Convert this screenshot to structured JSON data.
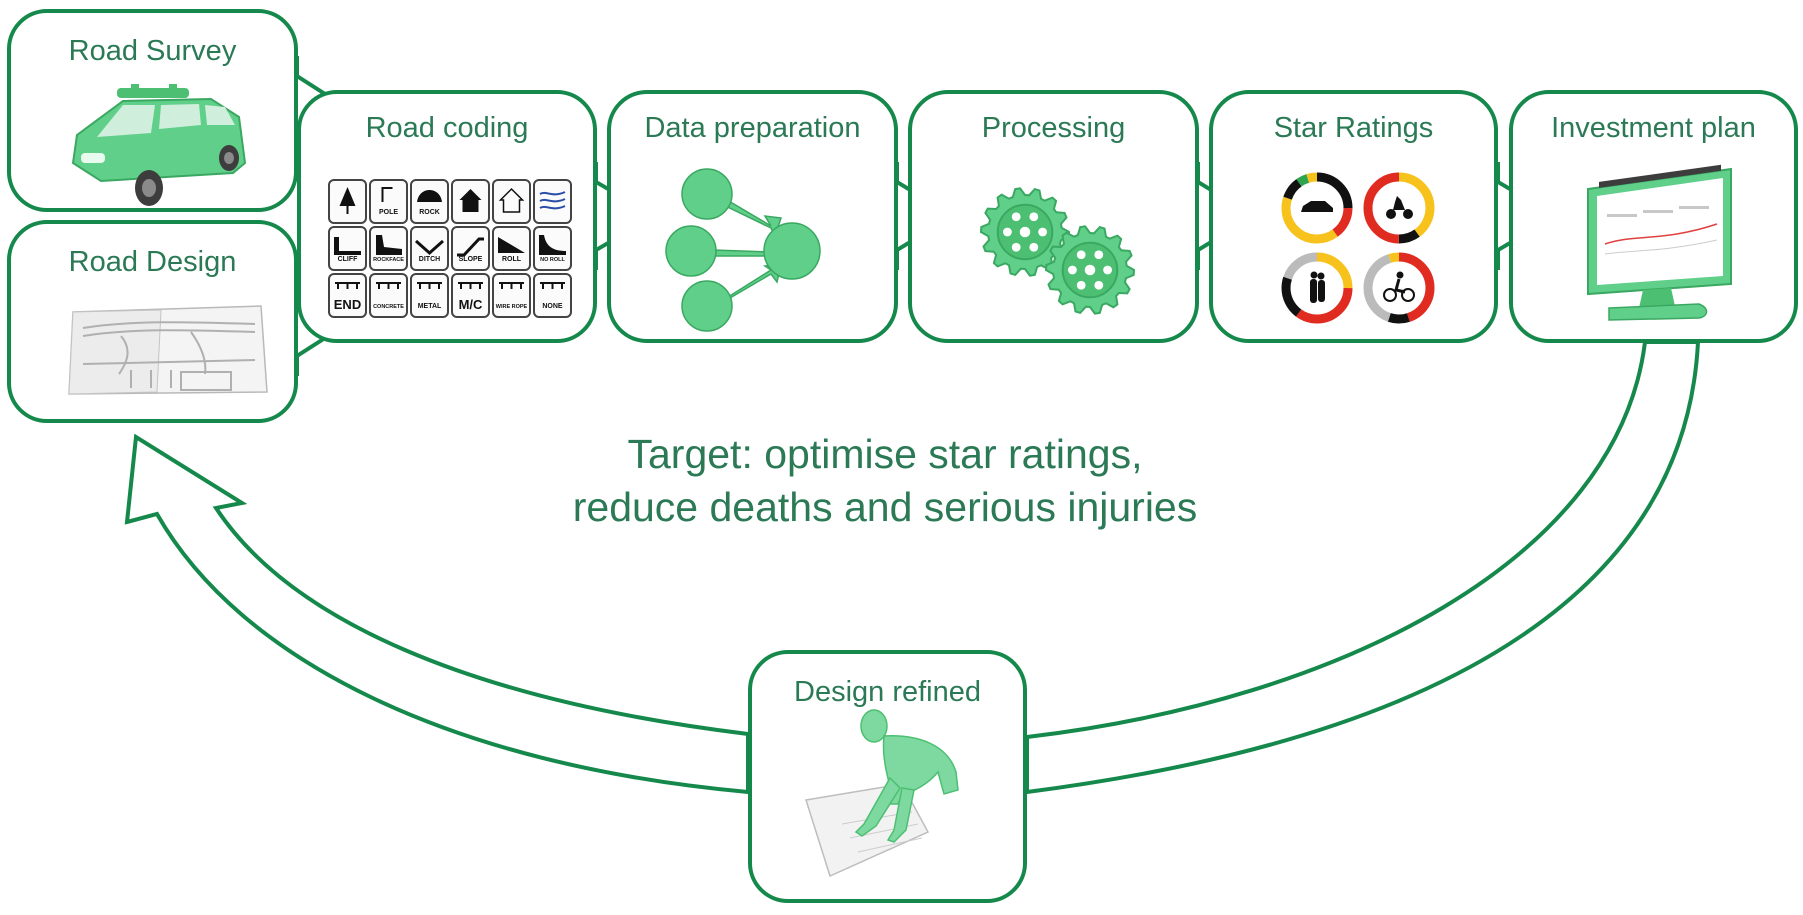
{
  "steps": {
    "road_survey": "Road Survey",
    "road_design": "Road Design",
    "road_coding": "Road coding",
    "data_preparation": "Data preparation",
    "processing": "Processing",
    "star_ratings": "Star Ratings",
    "investment_plan": "Investment plan",
    "design_refined": "Design refined"
  },
  "target": {
    "line1": "Target: optimise star ratings,",
    "line2": "reduce deaths and serious injuries"
  },
  "coding_tiles": [
    "",
    "POLE",
    "ROCK",
    "",
    "",
    "",
    "CLIFF",
    "ROCKFACE",
    "DITCH",
    "SLOPE",
    "ROLL",
    "NO ROLL",
    "END",
    "CONCRETE",
    "METAL",
    "M/C",
    "WIRE ROPE",
    "NONE"
  ],
  "icons": {
    "road_survey": "survey-van-icon",
    "road_design": "road-plan-drawing-icon",
    "road_coding": "road-attribute-tiles-icon",
    "data_preparation": "data-merge-icon",
    "processing": "gears-icon",
    "star_ratings": "star-rating-donuts-icon",
    "investment_plan": "monitor-chart-icon",
    "design_refined": "person-drawing-icon"
  },
  "colors": {
    "border": "#15894b",
    "text": "#2b7a55",
    "icon_fill": "#5fcf8a"
  }
}
